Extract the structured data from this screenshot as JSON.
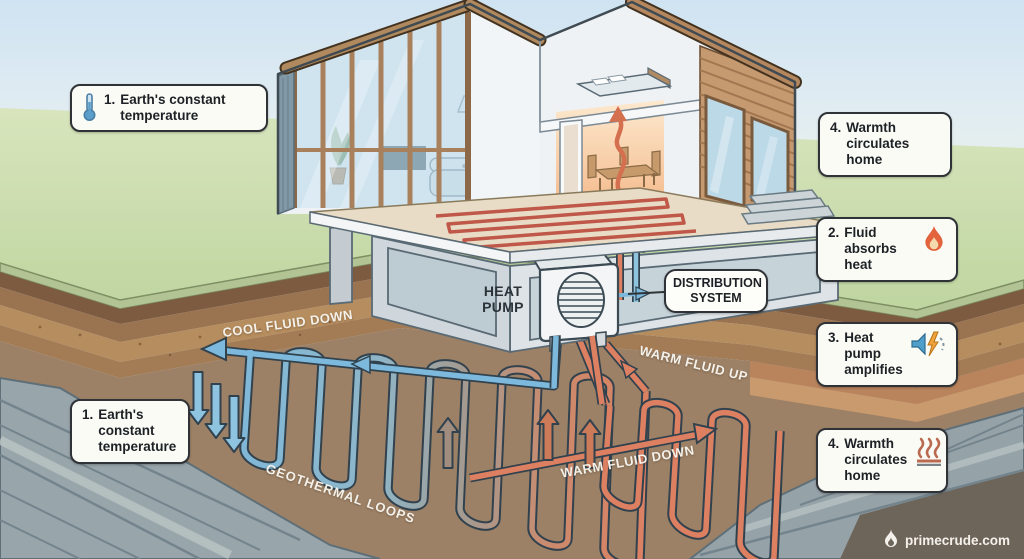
{
  "title": "Geothermal heat pump home heating diagram",
  "colors": {
    "cool_pipe": "#7db9dc",
    "warm_pipe": "#dd8062",
    "grass": "#cbdcae",
    "soil": "#9c8166",
    "rock": "#98a5ab",
    "callout_border": "#2f3337",
    "callout_bg": "#fbfbf6",
    "floor_coil": "#bf5848"
  },
  "callouts": {
    "earth_top": {
      "num": "1.",
      "text": "Earth's constant temperature",
      "icon": "thermometer-icon"
    },
    "warmth_top": {
      "num": "4.",
      "text": "Warmth circulates home"
    },
    "fluid_absorbs": {
      "num": "2.",
      "text": "Fluid absorbs heat",
      "icon": "flame-icon"
    },
    "heat_pump_amplifies": {
      "num": "3.",
      "text": "Heat pump amplifies",
      "icon": "amplifier-icon"
    },
    "warmth_bottom": {
      "num": "4.",
      "text": "Warmth circulates home",
      "icon": "radiant-floor-icon"
    },
    "earth_left": {
      "num": "1.",
      "text": "Earth's constant temperature"
    }
  },
  "equipment_labels": {
    "heat_pump": "HEAT PUMP",
    "distribution_system": "DISTRIBUTION SYSTEM"
  },
  "flow_labels": {
    "cool_fluid_down": "COOL FLUID DOWN",
    "warm_fluid_up": "WARM FLUID UP",
    "warm_fluid_down": "WARM FLUID DOWN",
    "geothermal_loops": "GEOTHERMAL LOOPS"
  },
  "watermark": {
    "text": "primecrude.com",
    "icon": "flame-logo-icon"
  }
}
